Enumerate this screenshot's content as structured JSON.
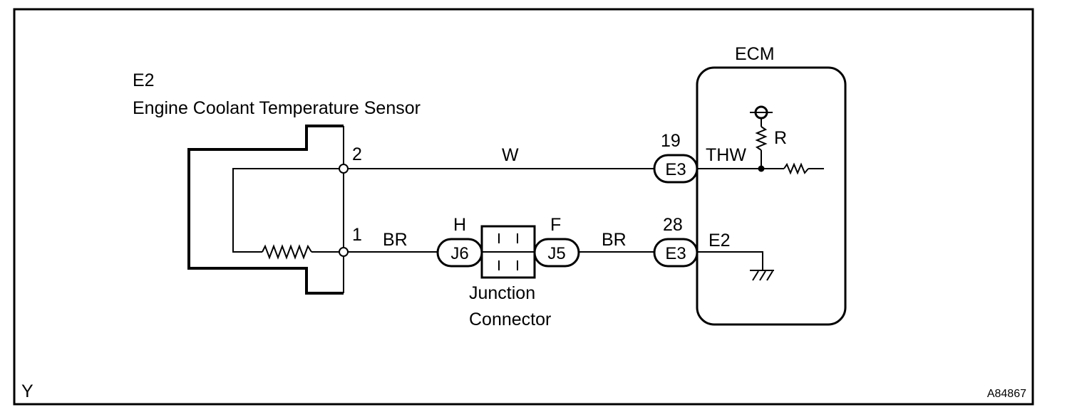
{
  "sensor": {
    "code": "E2",
    "name": "Engine Coolant Temperature Sensor",
    "pin_top": "2",
    "pin_bottom": "1"
  },
  "wires": {
    "top_color": "W",
    "bottom_color_left": "BR",
    "bottom_color_right": "BR"
  },
  "junction": {
    "left_pin": "H",
    "right_pin": "F",
    "left_connector": "J6",
    "right_connector": "J5",
    "label_line1": "Junction",
    "label_line2": "Connector"
  },
  "ecm": {
    "title": "ECM",
    "top_pin_number": "19",
    "bottom_pin_number": "28",
    "top_connector": "E3",
    "bottom_connector": "E3",
    "top_terminal": "THW",
    "bottom_terminal": "E2",
    "resistor_label": "R"
  },
  "footer": {
    "corner_left": "Y",
    "figure_id": "A84867"
  }
}
